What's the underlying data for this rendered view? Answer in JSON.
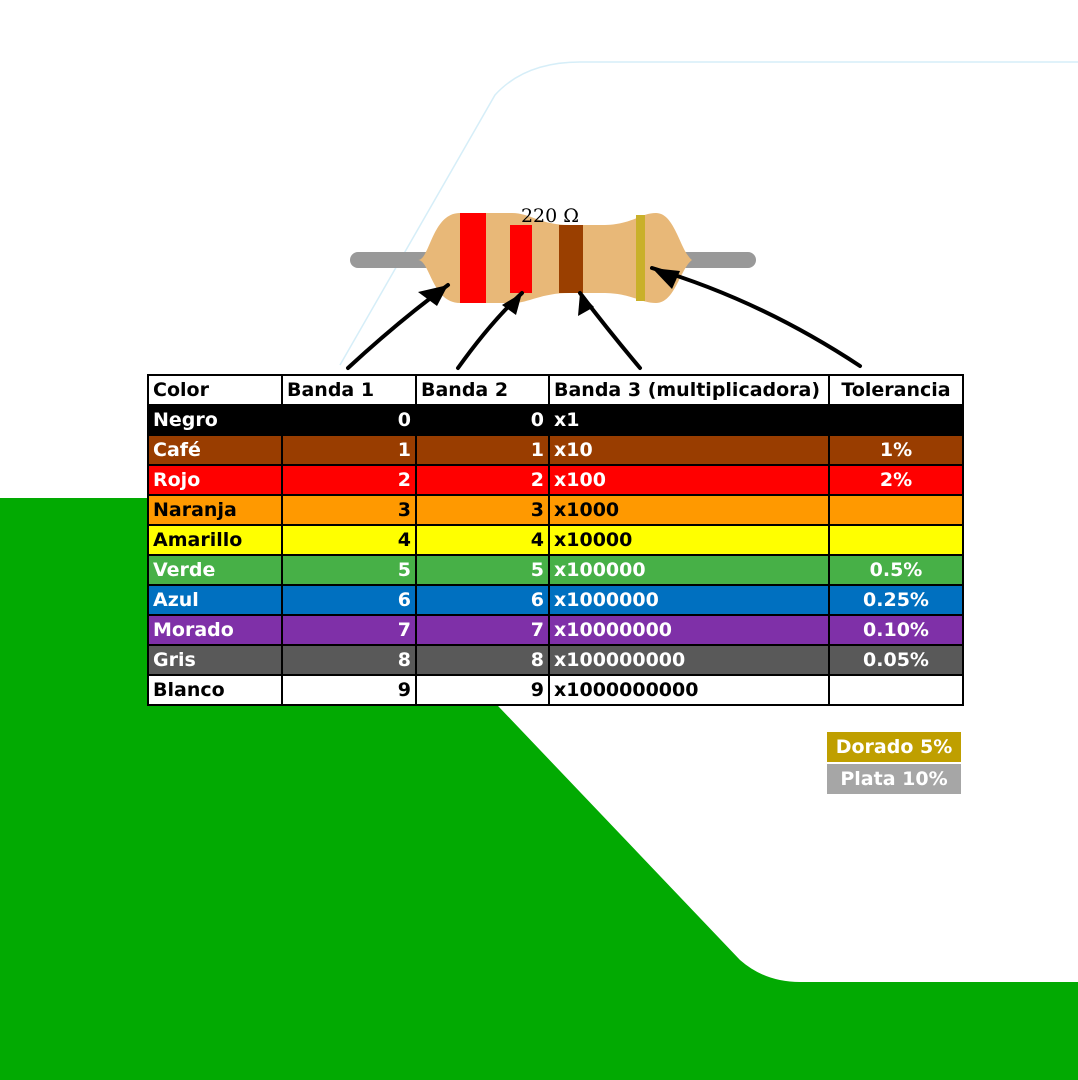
{
  "resistor": {
    "label": "220 Ω",
    "bands": [
      {
        "name": "banda-1",
        "color": "#ff0000"
      },
      {
        "name": "banda-2",
        "color": "#ff0000"
      },
      {
        "name": "banda-3",
        "color": "#9a3f00"
      },
      {
        "name": "tolerancia",
        "color": "#c9b02a"
      }
    ],
    "body_color": "#e8b878",
    "lead_color": "#999999"
  },
  "background": {
    "green": "#02aa02",
    "white": "#ffffff"
  },
  "table": {
    "headers": [
      "Color",
      "Banda 1",
      "Banda 2",
      "Banda 3 (multiplicadora)",
      "Tolerancia"
    ],
    "rows": [
      {
        "color": "Negro",
        "b1": "0",
        "b2": "0",
        "mult": "x1",
        "tol": "",
        "bg": "#000000",
        "fg": "#ffffff"
      },
      {
        "color": "Café",
        "b1": "1",
        "b2": "1",
        "mult": "x10",
        "tol": "1%",
        "bg": "#993d00",
        "fg": "#ffffff"
      },
      {
        "color": "Rojo",
        "b1": "2",
        "b2": "2",
        "mult": "x100",
        "tol": "2%",
        "bg": "#ff0000",
        "fg": "#ffffff"
      },
      {
        "color": "Naranja",
        "b1": "3",
        "b2": "3",
        "mult": "x1000",
        "tol": "",
        "bg": "#ff9900",
        "fg": "#000000"
      },
      {
        "color": "Amarillo",
        "b1": "4",
        "b2": "4",
        "mult": "x10000",
        "tol": "",
        "bg": "#ffff00",
        "fg": "#000000"
      },
      {
        "color": "Verde",
        "b1": "5",
        "b2": "5",
        "mult": "x100000",
        "tol": "0.5%",
        "bg": "#47b047",
        "fg": "#ffffff"
      },
      {
        "color": "Azul",
        "b1": "6",
        "b2": "6",
        "mult": "x1000000",
        "tol": "0.25%",
        "bg": "#0070c0",
        "fg": "#ffffff"
      },
      {
        "color": "Morado",
        "b1": "7",
        "b2": "7",
        "mult": "x10000000",
        "tol": "0.10%",
        "bg": "#7f30a8",
        "fg": "#ffffff"
      },
      {
        "color": "Gris",
        "b1": "8",
        "b2": "8",
        "mult": "x100000000",
        "tol": "0.05%",
        "bg": "#595959",
        "fg": "#ffffff"
      },
      {
        "color": "Blanco",
        "b1": "9",
        "b2": "9",
        "mult": "x1000000000",
        "tol": "",
        "bg": "#ffffff",
        "fg": "#000000"
      }
    ]
  },
  "extra_tolerance": [
    {
      "label": "Dorado 5%",
      "bg": "#bf9f00"
    },
    {
      "label": "Plata 10%",
      "bg": "#a6a6a6"
    }
  ]
}
